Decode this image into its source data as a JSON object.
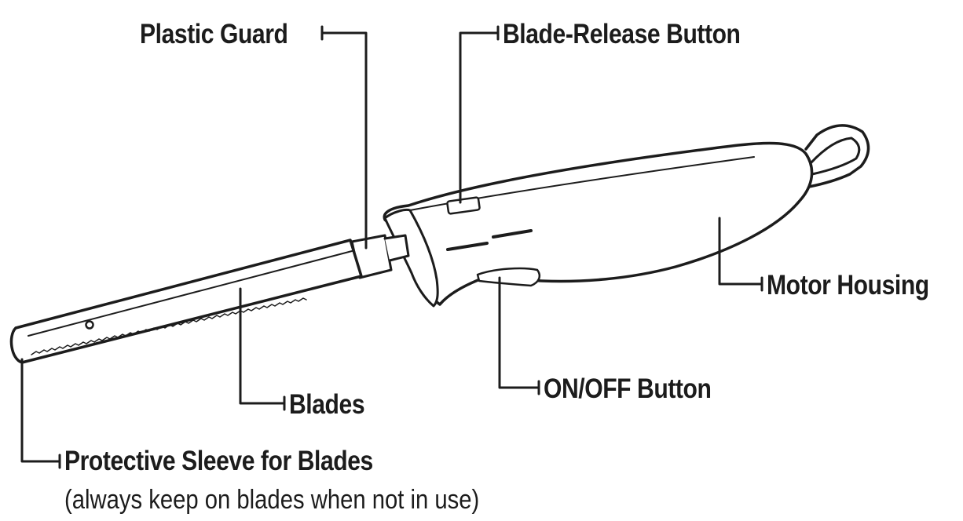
{
  "diagram": {
    "labels": {
      "plastic_guard": "Plastic Guard",
      "blade_release_button": "Blade-Release Button",
      "motor_housing": "Motor Housing",
      "on_off_button": "ON/OFF Button",
      "blades": "Blades",
      "protective_sleeve": "Protective Sleeve for Blades",
      "protective_sleeve_note": "(always keep on blades when not in use)"
    },
    "colors": {
      "line": "#1c1c1c",
      "background": "#ffffff",
      "device_fill": "#ffffff"
    }
  }
}
